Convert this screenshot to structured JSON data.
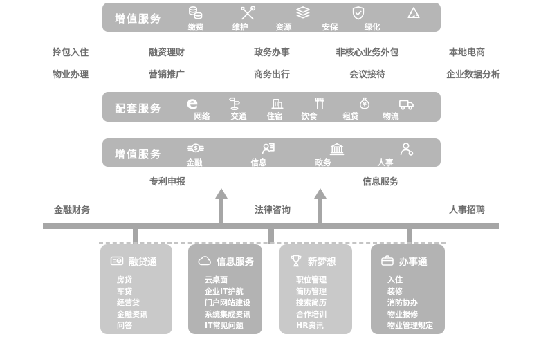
{
  "colors": {
    "bar_background": "#b6b6b6",
    "module_light": "#c9c9c9",
    "module_dark": "#b3b3b3",
    "backbone_gray": "#a6a6a6",
    "text_gray": "#6e6e6e",
    "icon_white": "#ffffff"
  },
  "bar1": {
    "title": "增值服务",
    "items": [
      {
        "icon": "coins-icon",
        "label": "缴费"
      },
      {
        "icon": "tools-icon",
        "label": "维护"
      },
      {
        "icon": "layers-icon",
        "label": "资源"
      },
      {
        "icon": "shield-icon",
        "label": "安保"
      },
      {
        "icon": "recycle-icon",
        "label": "绿化"
      }
    ]
  },
  "bar2": {
    "title": "配套服务",
    "items": [
      {
        "icon": "e-network-icon",
        "label": "网络"
      },
      {
        "icon": "signpost-icon",
        "label": "交通"
      },
      {
        "icon": "building-icon",
        "label": "住宿"
      },
      {
        "icon": "cutlery-icon",
        "label": "饮食"
      },
      {
        "icon": "money-bag-icon",
        "label": "租贷"
      },
      {
        "icon": "truck-icon",
        "label": "物流"
      }
    ]
  },
  "bar3": {
    "title": "增值服务",
    "items": [
      {
        "icon": "dollar-coin-icon",
        "label": "金融"
      },
      {
        "icon": "contact-card-icon",
        "label": "信息"
      },
      {
        "icon": "bank-icon",
        "label": "政务"
      },
      {
        "icon": "person-icon",
        "label": "人事"
      }
    ]
  },
  "row_a": [
    "拎包入住",
    "融资理财",
    "政务办事",
    "非核心业务外包",
    "本地电商"
  ],
  "row_b": [
    "物业办理",
    "营销推广",
    "商务出行",
    "会议接待",
    "企业数据分析"
  ],
  "platform_labels": {
    "patent_filing": "专利申报",
    "information_service": "信息服务",
    "finance_accounting": "金融财务",
    "legal_consulting": "法律咨询",
    "hr_recruiting": "人事招聘"
  },
  "modules": [
    {
      "title": "融贷通",
      "icon": "wallet-icon",
      "items": [
        "房贷",
        "车贷",
        "经营贷",
        "金融资讯",
        "问答"
      ]
    },
    {
      "title": "信息服务",
      "icon": "cloud-icon",
      "items": [
        "云桌面",
        "企业IT护航",
        "门户网站建设",
        "系统集成资讯",
        "IT常见问题"
      ]
    },
    {
      "title": "新梦想",
      "icon": "trophy-icon",
      "items": [
        "职位管理",
        "简历管理",
        "搜索简历",
        "合作培训",
        "HR资讯"
      ]
    },
    {
      "title": "办事通",
      "icon": "briefcase-icon",
      "items": [
        "入住",
        "装修",
        "消防协办",
        "物业报修",
        "物业管理规定"
      ]
    }
  ]
}
